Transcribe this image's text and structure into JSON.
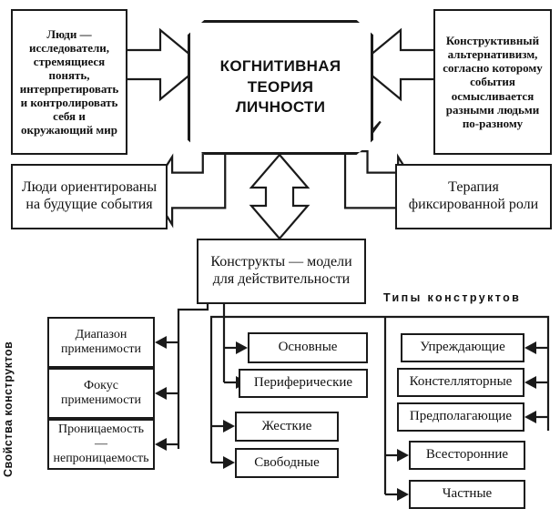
{
  "title": "Когнитивная теория личности — схема",
  "center": {
    "label": "КОГНИТИВНАЯ\nТЕОРИЯ\nЛИЧНОСТИ",
    "line1": "КОГНИТИВНАЯ",
    "line2": "ТЕОРИЯ",
    "line3": "ЛИЧНОСТИ"
  },
  "boxes": {
    "top_left": "Люди — исследователи, стремящиеся понять, интерпретировать и контролировать себя и окружающий мир",
    "top_right": "Конструктивный альтернативизм, согласно которому события осмысливается разными людьми по-разному",
    "mid_left": "Люди ориентированы на будущие события",
    "mid_right": "Терапия фиксированной роли",
    "constructs": "Конструкты — модели для действительности"
  },
  "groups": {
    "properties_label": "Свойства конструктов",
    "types_label": "Типы конструктов"
  },
  "properties": [
    "Диапазон применимости",
    "Фокус применимости",
    "Проницаемость — непроницаемость"
  ],
  "middle_column": [
    "Основные",
    "Периферические",
    "Жесткие",
    "Свободные"
  ],
  "types": [
    "Упреждающие",
    "Констелляторные",
    "Предполагающие",
    "Всесторонние",
    "Частные"
  ],
  "colors": {
    "stroke": "#1a1a1a",
    "fill": "#ffffff",
    "text": "#111111"
  },
  "icons": {
    "arrow_right": "arrow-right-icon",
    "arrow_left": "arrow-left-icon",
    "arrow_up": "arrow-up-icon",
    "arrow_updown": "arrow-up-down-icon",
    "elbow_left": "elbow-arrow-up-left-icon",
    "elbow_right": "elbow-arrow-up-right-icon"
  }
}
